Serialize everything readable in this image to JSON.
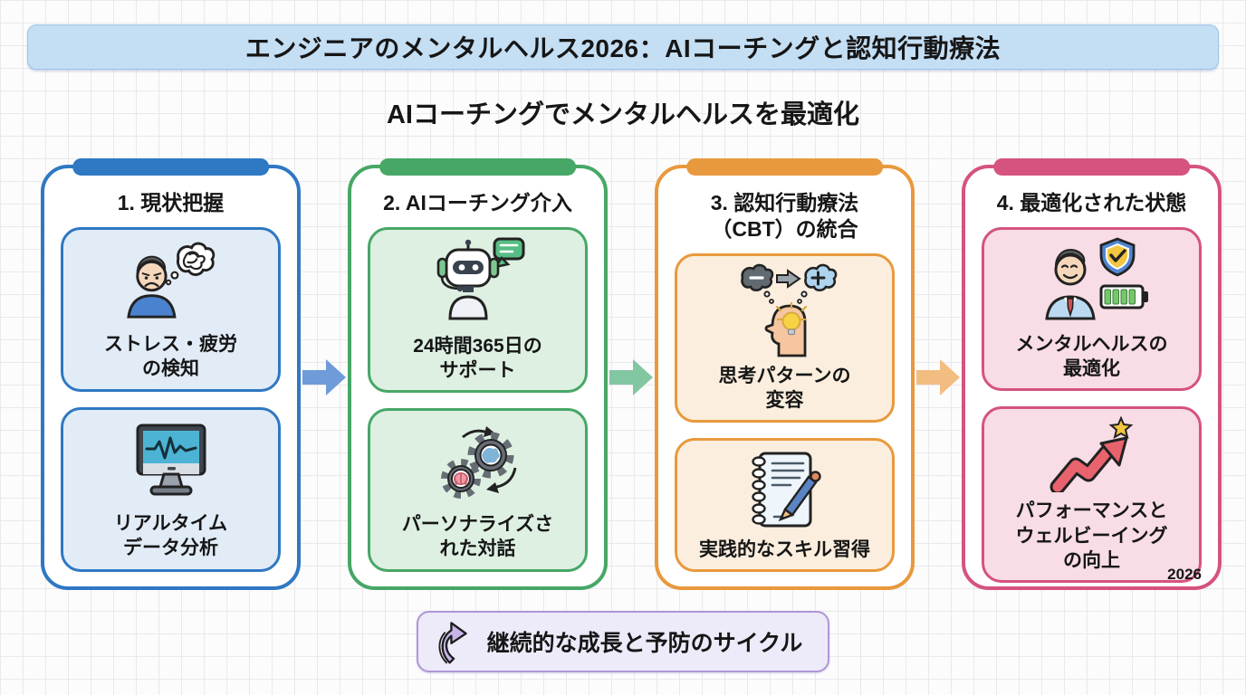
{
  "banner": {
    "title": "エンジニアのメンタルヘルス2026：AIコーチングと認知行動療法",
    "bg": "#c4def4"
  },
  "subtitle": "AIコーチングでメンタルヘルスを最適化",
  "columns": [
    {
      "title": "1. 現状把握",
      "accent": "#2f78c2",
      "card_bg": "#e2ecf7",
      "cards": [
        {
          "icon": "stressed-person-thought-icon",
          "label": "ストレス・疲労\nの検知"
        },
        {
          "icon": "monitor-waveform-icon",
          "label": "リアルタイム\nデータ分析"
        }
      ]
    },
    {
      "title": "2. AIコーチング介入",
      "accent": "#47a766",
      "card_bg": "#def0e2",
      "cards": [
        {
          "icon": "robot-chat-icon",
          "label": "24時間365日の\nサポート"
        },
        {
          "icon": "gears-brain-icon",
          "label": "パーソナライズさ\nれた対話"
        }
      ]
    },
    {
      "title": "3. 認知行動療法\n（CBT）の統合",
      "accent": "#e8993d",
      "card_bg": "#fbeede",
      "cards": [
        {
          "icon": "mindset-shift-icon",
          "label": "思考パターンの\n変容"
        },
        {
          "icon": "notebook-pencil-icon",
          "label": "実践的なスキル習得"
        }
      ]
    },
    {
      "title": "4. 最適化された状態",
      "accent": "#d5537e",
      "card_bg": "#f8dce6",
      "cards": [
        {
          "icon": "healthy-person-shield-battery-icon",
          "label": "メンタルヘルスの\n最適化"
        },
        {
          "icon": "growth-arrow-star-icon",
          "label": "パフォーマンスと\nウェルビーイング\nの向上"
        }
      ],
      "footnote": "2026"
    }
  ],
  "arrows": [
    {
      "name": "flow-arrow-1",
      "color": "#6f9bd9"
    },
    {
      "name": "flow-arrow-2",
      "color": "#83c6a2"
    },
    {
      "name": "flow-arrow-3",
      "color": "#f2bd81"
    }
  ],
  "cycle": {
    "icon": "curved-up-arrow-icon",
    "label": "継続的な成長と予防のサイクル",
    "bg": "#edeaf9",
    "border": "#b096d6"
  }
}
